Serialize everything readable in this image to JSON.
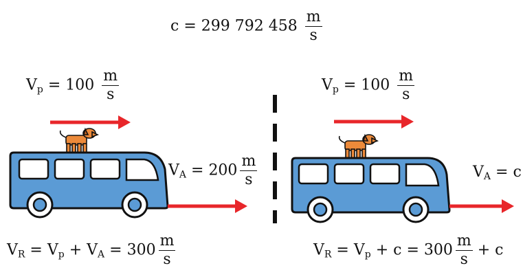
{
  "top_equation": {
    "lhs": "c = ",
    "value": "299 792 458",
    "unit_num": "m",
    "unit_den": "s"
  },
  "left_panel": {
    "vp": {
      "sym": "V",
      "sub": "p",
      "eq": " = ",
      "value": "100",
      "unit_num": "m",
      "unit_den": "s"
    },
    "va": {
      "sym": "V",
      "sub": "A",
      "eq": " = ",
      "value": "200",
      "unit_num": "m",
      "unit_den": "s"
    },
    "vr": {
      "sym": "V",
      "sub": "R",
      "eq": " = ",
      "t1": "V",
      "t1sub": "p",
      "plus": " + ",
      "t2": "V",
      "t2sub": "A",
      "eq2": " = ",
      "value": "300",
      "unit_num": "m",
      "unit_den": "s"
    }
  },
  "right_panel": {
    "vp": {
      "sym": "V",
      "sub": "p",
      "eq": " = ",
      "value": "100",
      "unit_num": "m",
      "unit_den": "s"
    },
    "va": {
      "sym": "V",
      "sub": "A",
      "eq": " = ",
      "value": "c"
    },
    "vr": {
      "sym": "V",
      "sub": "R",
      "eq": " = ",
      "t1": "V",
      "t1sub": "p",
      "plus": " + ",
      "t2": "c",
      "eq2": " = ",
      "value": "300",
      "unit_num": "m",
      "unit_den": "s",
      "tail": " + c"
    }
  },
  "colors": {
    "bus": "#5b9bd5",
    "arrow": "#e8262a",
    "dog": "#ec8a3a",
    "outline": "#111111"
  },
  "icons": {
    "bus": "bus-icon",
    "dog": "dog-icon",
    "arrow": "arrow-right-icon"
  }
}
